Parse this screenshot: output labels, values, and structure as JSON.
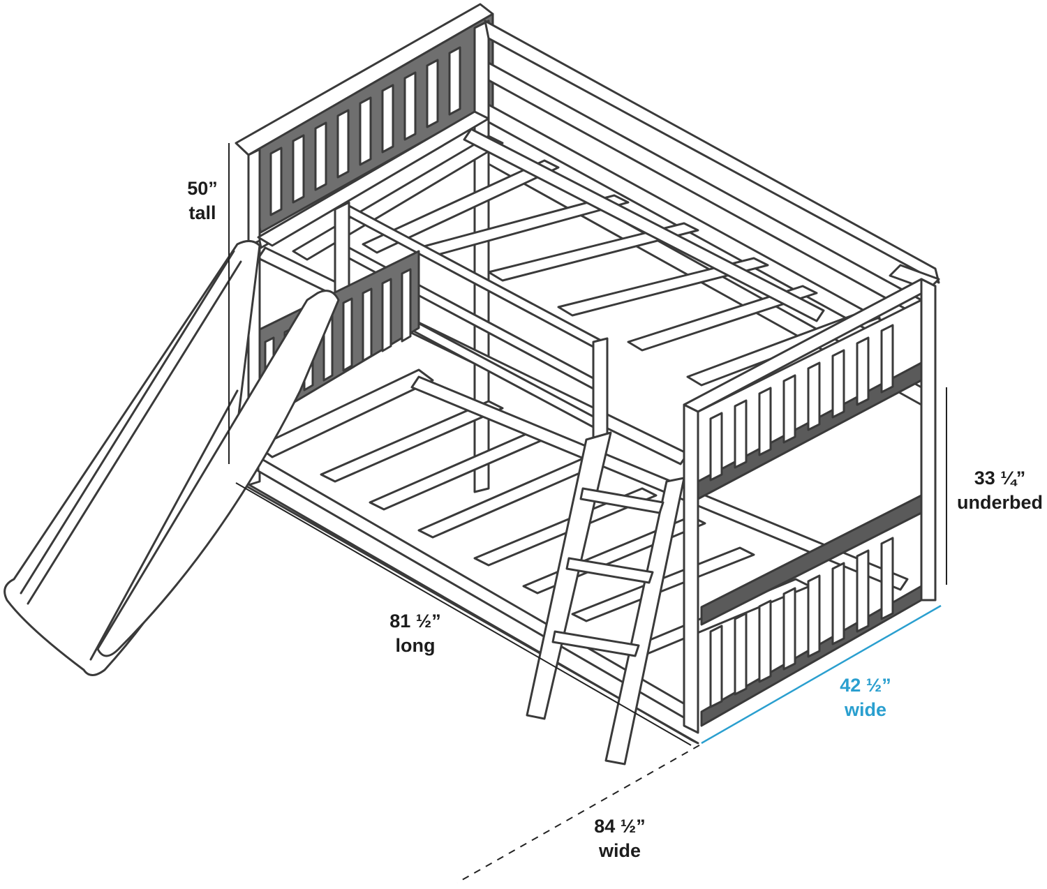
{
  "colors": {
    "outline": "#3a3a3a",
    "frame_fill": "#ffffff",
    "panel_fill": "#6f6f6f",
    "dark_slat": "#5a5a5a",
    "dim_line": "#222222",
    "accent": "#2a9fcf"
  },
  "dimensions": {
    "height": {
      "value": "50”",
      "label": "tall"
    },
    "underbed": {
      "value": "33 ¼”",
      "label": "underbed"
    },
    "length": {
      "value": "81 ½”",
      "label": "long"
    },
    "bed_width": {
      "value": "42 ½”",
      "label": "wide"
    },
    "total_width": {
      "value": "84 ½”",
      "label": "wide"
    }
  }
}
